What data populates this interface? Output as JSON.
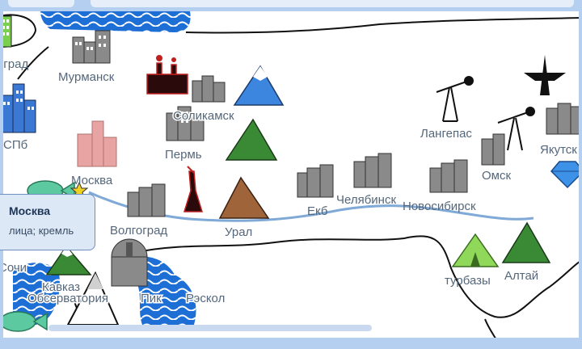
{
  "map": {
    "places": [
      {
        "id": "leningrad",
        "label": "нград"
      },
      {
        "id": "spb",
        "label": "СПб"
      },
      {
        "id": "murmansk",
        "label": "Мурманск"
      },
      {
        "id": "solikamsk",
        "label": "Соликамск"
      },
      {
        "id": "perm",
        "label": "Пермь"
      },
      {
        "id": "moskva",
        "label": "Москва"
      },
      {
        "id": "volgograd",
        "label": "Волгоград"
      },
      {
        "id": "ural",
        "label": "Урал"
      },
      {
        "id": "ekb",
        "label": "Екб"
      },
      {
        "id": "chelyabinsk",
        "label": "Челябинск"
      },
      {
        "id": "novosibirsk",
        "label": "Новосибирск"
      },
      {
        "id": "langepas",
        "label": "Лангепас"
      },
      {
        "id": "omsk",
        "label": "Омск"
      },
      {
        "id": "yakutsk",
        "label": "Якутск"
      },
      {
        "id": "turbazy",
        "label": "турбазы"
      },
      {
        "id": "altai",
        "label": "Алтай"
      },
      {
        "id": "sochi",
        "label": "Сочи"
      },
      {
        "id": "kavkaz",
        "label": "Кавказ"
      },
      {
        "id": "observatory",
        "label": "Обсерватория"
      },
      {
        "id": "reskol",
        "label": "Рэскол"
      },
      {
        "id": "pik",
        "label": "Пик"
      }
    ]
  },
  "tooltip": {
    "title": "Москва",
    "description": "лица; кремль"
  },
  "colors": {
    "river": "#7fa9d6",
    "sea": "#1d6fd6",
    "mountain_blue": "#3d86e0",
    "mountain_green": "#3a8a35",
    "mountain_brown": "#a0643a",
    "building_gray": "#8a8a8a",
    "building_pink": "#e8a3a3",
    "building_blue": "#3a78d4",
    "building_green": "#7bcf4f",
    "tent": "#8fd85a",
    "diamond": "#3d92e8",
    "label": "#55677a",
    "tooltip_bg": "#dde8f7"
  }
}
